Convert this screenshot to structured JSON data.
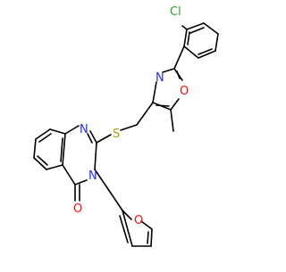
{
  "molecule": {
    "atoms": {
      "Cl": "Cl",
      "N_ox": "N",
      "O_ox": "O",
      "S": "S",
      "N_q1": "N",
      "N_q3": "N",
      "O_co": "O",
      "O_fur": "O"
    },
    "colors": {
      "bond": "#000000",
      "chlorine": "#2ca02c",
      "nitrogen": "#1f2dff",
      "oxygen": "#ff0d0d",
      "sulfur": "#b39b00"
    }
  }
}
